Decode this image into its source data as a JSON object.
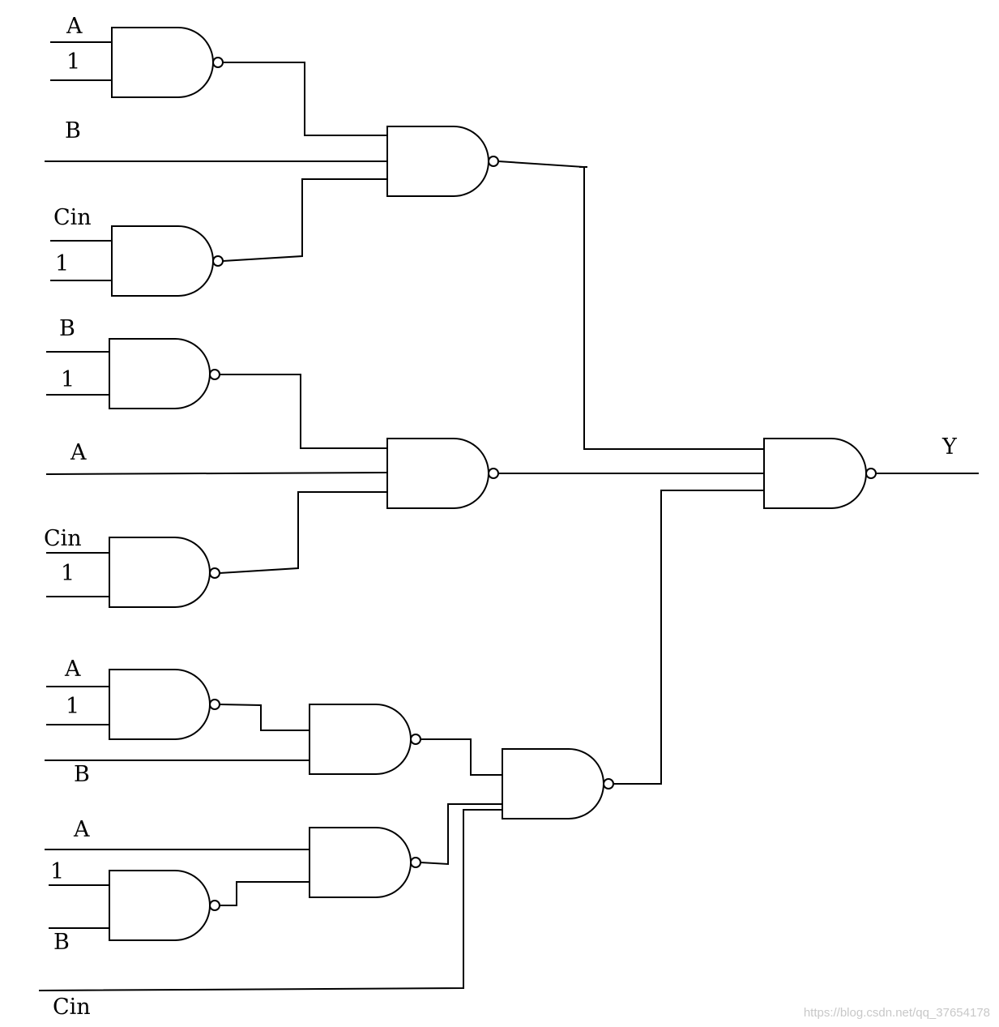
{
  "labels": {
    "g1_in_a": "A",
    "g1_in_1": "1",
    "b_wire_1": "B",
    "g2_in_cin": "Cin",
    "g2_in_1": "1",
    "g3_in_b": "B",
    "g3_in_1": "1",
    "a_wire_1": "A",
    "g4_in_cin": "Cin",
    "g4_in_1": "1",
    "g7_in_a": "A",
    "g7_in_1": "1",
    "b_wire_2": "B",
    "a_wire_2": "A",
    "g10_in_1": "1",
    "g10_in_b": "B",
    "cin_wire": "Cin",
    "output_y": "Y"
  },
  "watermark": "https://blog.csdn.net/qq_37654178"
}
